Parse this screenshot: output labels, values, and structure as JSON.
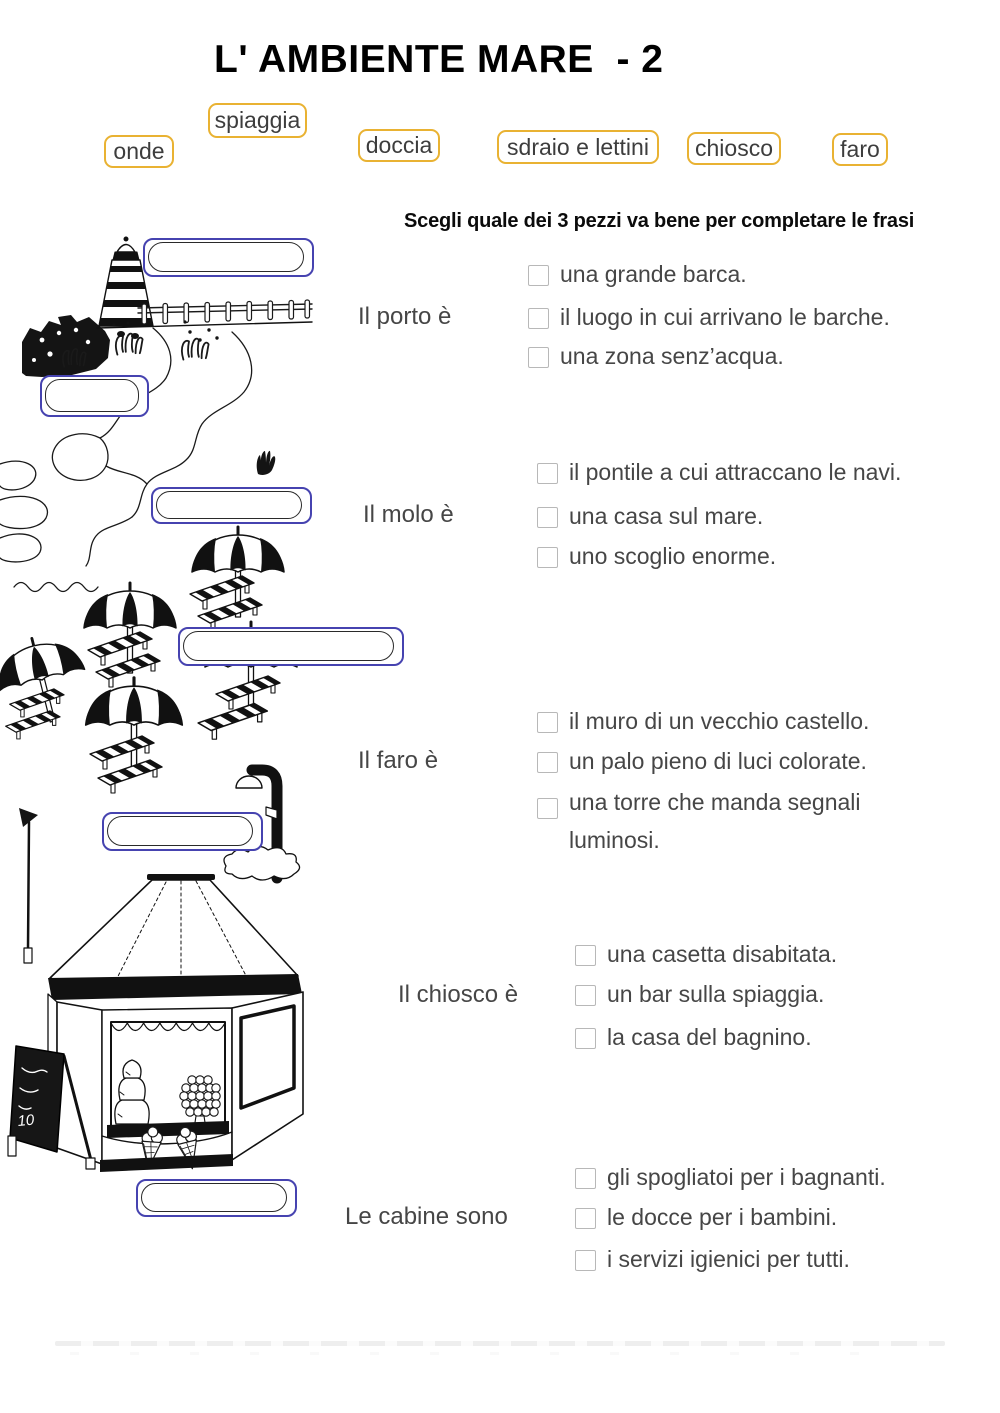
{
  "page": {
    "title": "L' AMBIENTE MARE  - 2",
    "instruction": "Scegli quale dei 3 pezzi va bene per completare le frasi"
  },
  "word_bank": {
    "items": [
      {
        "label": "onde"
      },
      {
        "label": "spiaggia"
      },
      {
        "label": "doccia"
      },
      {
        "label": "sdraio e lettini"
      },
      {
        "label": "chiosco"
      },
      {
        "label": "faro"
      }
    ]
  },
  "answer_boxes": [
    {
      "value": ""
    },
    {
      "value": ""
    },
    {
      "value": ""
    },
    {
      "value": ""
    },
    {
      "value": ""
    },
    {
      "value": ""
    }
  ],
  "questions": [
    {
      "stem": "Il porto è",
      "options": [
        "una grande barca.",
        "il luogo in cui arrivano le barche.",
        "una zona senz’acqua."
      ]
    },
    {
      "stem": "Il molo è",
      "options": [
        "il pontile a cui attraccano le navi.",
        "una casa sul mare.",
        "uno scoglio enorme."
      ]
    },
    {
      "stem": "Il faro è",
      "options": [
        "il muro di un vecchio castello.",
        "un palo pieno di luci colorate.",
        "una torre che manda segnali luminosi."
      ]
    },
    {
      "stem": "Il chiosco è",
      "options": [
        "una casetta disabitata.",
        "un bar sulla spiaggia.",
        "la casa del bagnino."
      ]
    },
    {
      "stem": "Le cabine sono",
      "options": [
        "gli spogliatoi per i bagnanti.",
        "le docce per i bambini.",
        "i servizi igienici per tutti."
      ]
    }
  ],
  "illustration": {
    "chalkboard_text": "10",
    "parts": [
      "lighthouse",
      "rocks",
      "pier-fence",
      "sea-waves",
      "swimmer-hand",
      "beach-umbrellas",
      "sun-loungers",
      "beach-shower",
      "flag-pole",
      "kiosk",
      "chalkboard-sign",
      "ice-cream-cones"
    ]
  },
  "colors": {
    "word_box_border": "#e9b232",
    "answer_box_border": "#4643b0",
    "answer_box_inner": "#2a2a2a",
    "checkbox_border": "#b8b8b8",
    "text_primary": "#464646",
    "title": "#000000"
  }
}
